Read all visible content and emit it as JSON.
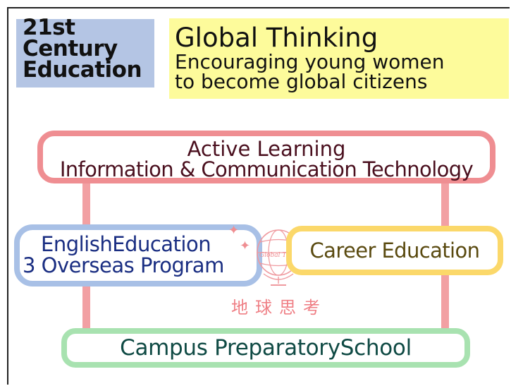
{
  "header": {
    "badge_lines": [
      "21st",
      "Century",
      "Education"
    ],
    "title": "Global Thinking",
    "subtitle_lines": [
      "Encouraging young women",
      "to become global citizens"
    ]
  },
  "diagram": {
    "top_box": {
      "line1": "Active Learning",
      "line2": "Information & Communication Technology"
    },
    "left_box": {
      "line1": "EnglishEducation",
      "line2": "3 Overseas Program"
    },
    "right_box": {
      "line1": "Career Education"
    },
    "bottom_box": {
      "line1": "Campus PreparatorySchool"
    },
    "center_logo": {
      "kanji": "地球思考",
      "script_text": "Global Thinking",
      "icon": "globe-icon"
    }
  },
  "colors": {
    "badge_bg": "#b4c5e4",
    "title_bg": "#fdfb9b",
    "top_box_border": "#ef8e92",
    "left_box_border": "#a8c0e6",
    "right_box_border": "#fbd86a",
    "bottom_box_border": "#a8e2b0",
    "connector": "#f2a0a3"
  }
}
